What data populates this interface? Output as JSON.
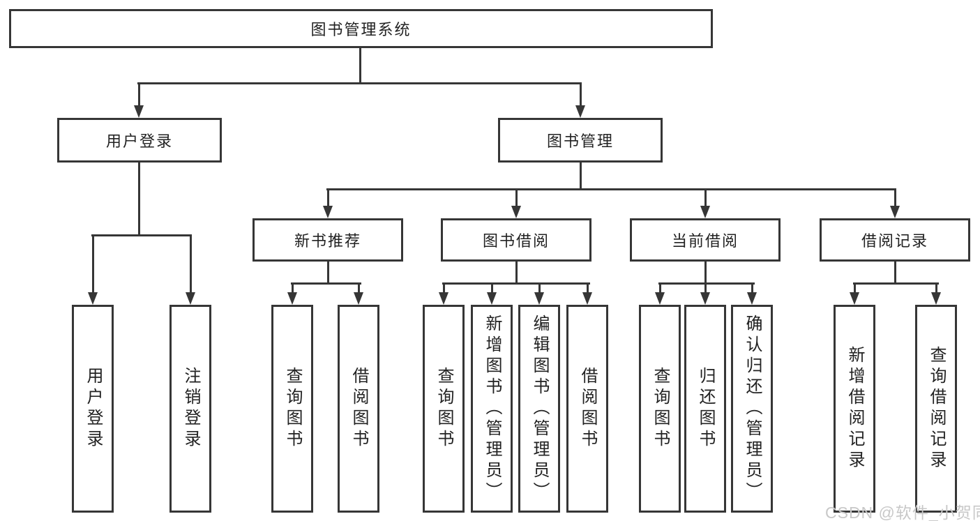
{
  "diagram": {
    "root": {
      "label": "图书管理系统"
    },
    "branches": [
      {
        "label": "用户登录"
      },
      {
        "label": "图书管理"
      }
    ],
    "modules": [
      {
        "label": "新书推荐",
        "parent": "图书管理"
      },
      {
        "label": "图书借阅",
        "parent": "图书管理"
      },
      {
        "label": "当前借阅",
        "parent": "图书管理"
      },
      {
        "label": "借阅记录",
        "parent": "图书管理"
      }
    ],
    "leaves": [
      {
        "label": "用户登录",
        "parent": "用户登录"
      },
      {
        "label": "注销登录",
        "parent": "用户登录"
      },
      {
        "label": "查询图书",
        "parent": "新书推荐"
      },
      {
        "label": "借阅图书",
        "parent": "新书推荐"
      },
      {
        "label": "查询图书",
        "parent": "图书借阅"
      },
      {
        "label": "新增图书（管理员）",
        "parent": "图书借阅"
      },
      {
        "label": "编辑图书（管理员）",
        "parent": "图书借阅"
      },
      {
        "label": "借阅图书",
        "parent": "图书借阅"
      },
      {
        "label": "查询图书",
        "parent": "当前借阅"
      },
      {
        "label": "归还图书",
        "parent": "当前借阅"
      },
      {
        "label": "确认归还（管理员）",
        "parent": "当前借阅"
      },
      {
        "label": "新增借阅记录",
        "parent": "借阅记录"
      },
      {
        "label": "查询借阅记录",
        "parent": "借阅记录"
      }
    ]
  },
  "watermark": {
    "text": "CSDN @软件_小贺同学"
  },
  "colors": {
    "line": "#363636",
    "text": "#222222",
    "watermark": "#c8c8c8",
    "background": "#ffffff"
  }
}
